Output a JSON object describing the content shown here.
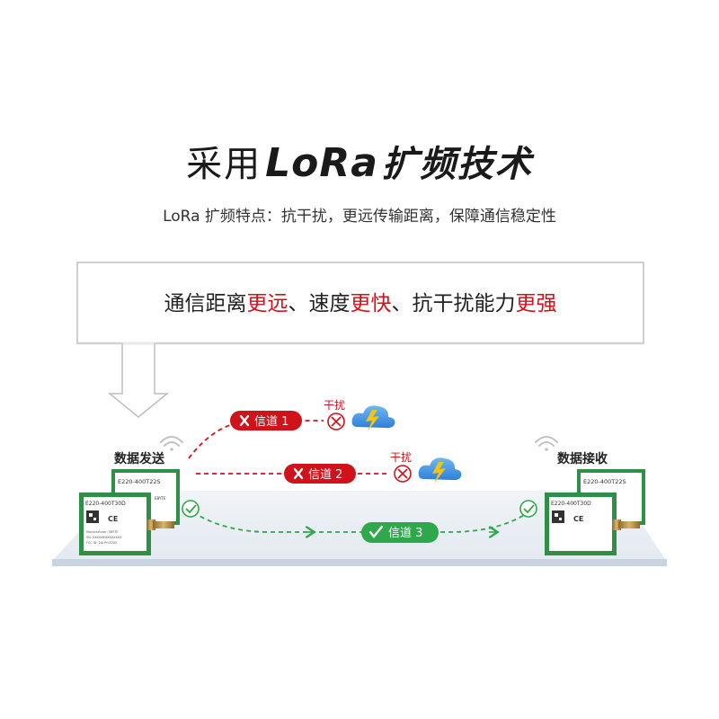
{
  "header": {
    "title_prefix": "采用",
    "title_brand": "LoRa",
    "title_suffix": "扩频技术",
    "subtitle": "LoRa 扩频特点：抗干扰，更远传输距离，保障通信稳定性"
  },
  "callout": {
    "parts": [
      {
        "text": "通信距离",
        "highlight": false
      },
      {
        "text": "更远",
        "highlight": true
      },
      {
        "text": "、速度",
        "highlight": false
      },
      {
        "text": "更快",
        "highlight": true
      },
      {
        "text": "、抗干扰能力",
        "highlight": false
      },
      {
        "text": "更强",
        "highlight": true
      }
    ]
  },
  "diagram": {
    "sender_label": "数据发送",
    "receiver_label": "数据接收",
    "channels": [
      {
        "label": "信道 1",
        "status": "blocked",
        "interference": "干扰",
        "color": "#d0121b"
      },
      {
        "label": "信道 2",
        "status": "blocked",
        "interference": "干扰",
        "color": "#d0121b"
      },
      {
        "label": "信道 3",
        "status": "ok",
        "color": "#2ea84a"
      }
    ],
    "module_back": {
      "model": "E220-400T22S",
      "brand": "EBYTE"
    },
    "module_front": {
      "model": "E220-400T30D",
      "brand": "EBYTE",
      "ce": "CE"
    },
    "module_text": {
      "fine_1": "Manufacturer: EBYTE",
      "fine_2": "SN: XXXXXXXXXXXXXX",
      "fine_3": "FCC ID: 2ALPH-E220"
    },
    "colors": {
      "accent_red": "#d0121b",
      "accent_green": "#2ea84a",
      "module_green": "#2f8f46",
      "cloud_blue": "#3a8ee0",
      "bolt_yellow": "#f2c418"
    }
  }
}
